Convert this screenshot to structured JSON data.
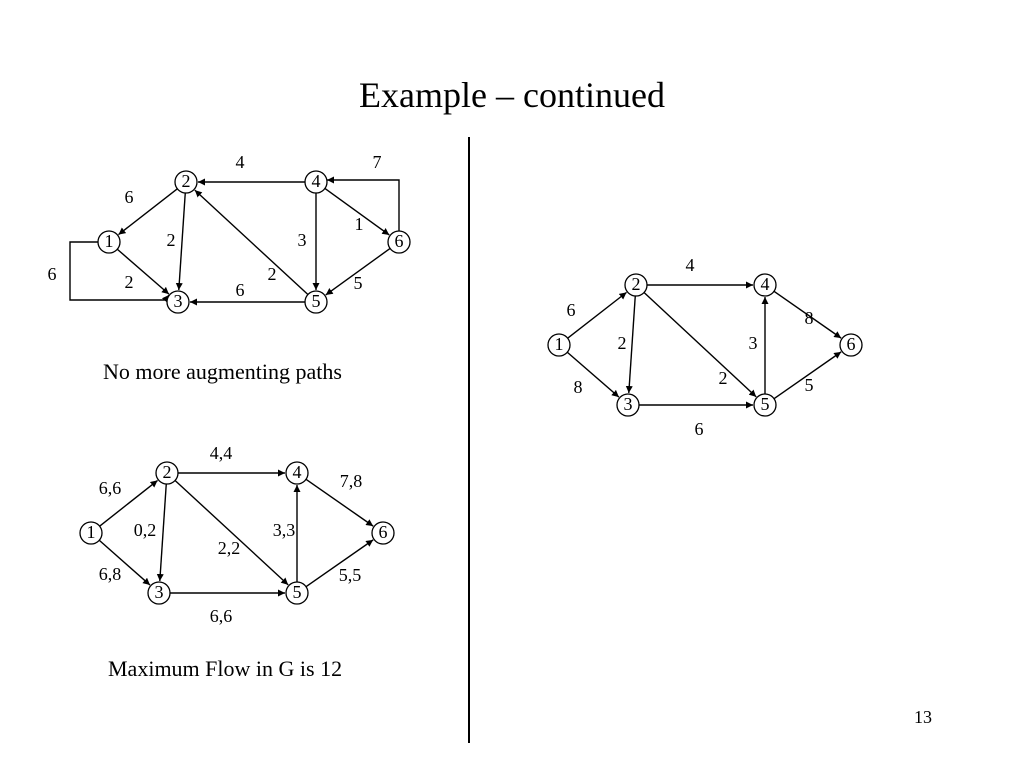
{
  "slide": {
    "title": "Example – continued",
    "page_number": "13",
    "caption_residual": "No more augmenting paths",
    "caption_flow": "Maximum Flow in G is 12"
  },
  "graphs": [
    {
      "id": "residual",
      "nodes": [
        "1",
        "2",
        "3",
        "4",
        "5",
        "6"
      ],
      "edges": [
        {
          "from": "2",
          "to": "1",
          "label": "6"
        },
        {
          "from": "1",
          "to": "3",
          "label": "2"
        },
        {
          "from": "1",
          "to": "1",
          "label": "6"
        },
        {
          "from": "2",
          "to": "3",
          "label": "2"
        },
        {
          "from": "4",
          "to": "2",
          "label": "4"
        },
        {
          "from": "5",
          "to": "2",
          "label": "2"
        },
        {
          "from": "4",
          "to": "5",
          "label": "3"
        },
        {
          "from": "5",
          "to": "3",
          "label": "6"
        },
        {
          "from": "4",
          "to": "6",
          "label": "1"
        },
        {
          "from": "6",
          "to": "4",
          "label": "7"
        },
        {
          "from": "6",
          "to": "5",
          "label": "5"
        }
      ]
    },
    {
      "id": "flow",
      "nodes": [
        "1",
        "2",
        "3",
        "4",
        "5",
        "6"
      ],
      "edges": [
        {
          "from": "1",
          "to": "2",
          "label": "6,6"
        },
        {
          "from": "1",
          "to": "3",
          "label": "6,8"
        },
        {
          "from": "2",
          "to": "3",
          "label": "0,2"
        },
        {
          "from": "2",
          "to": "4",
          "label": "4,4"
        },
        {
          "from": "2",
          "to": "5",
          "label": "2,2"
        },
        {
          "from": "5",
          "to": "4",
          "label": "3,3"
        },
        {
          "from": "3",
          "to": "5",
          "label": "6,6"
        },
        {
          "from": "4",
          "to": "6",
          "label": "7,8"
        },
        {
          "from": "5",
          "to": "6",
          "label": "5,5"
        }
      ]
    },
    {
      "id": "network",
      "nodes": [
        "1",
        "2",
        "3",
        "4",
        "5",
        "6"
      ],
      "edges": [
        {
          "from": "1",
          "to": "2",
          "label": "6"
        },
        {
          "from": "1",
          "to": "3",
          "label": "8"
        },
        {
          "from": "2",
          "to": "3",
          "label": "2"
        },
        {
          "from": "2",
          "to": "4",
          "label": "4"
        },
        {
          "from": "2",
          "to": "5",
          "label": "2"
        },
        {
          "from": "5",
          "to": "4",
          "label": "3"
        },
        {
          "from": "3",
          "to": "5",
          "label": "6"
        },
        {
          "from": "4",
          "to": "6",
          "label": "8"
        },
        {
          "from": "5",
          "to": "6",
          "label": "5"
        }
      ]
    }
  ]
}
